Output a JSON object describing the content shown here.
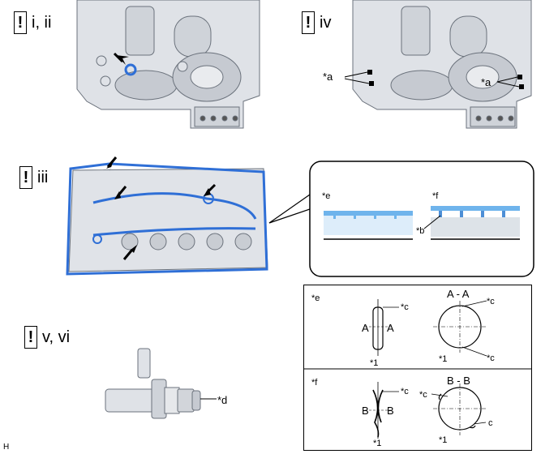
{
  "steps": {
    "s1": {
      "icon": "!",
      "label": "i, ii"
    },
    "s2": {
      "icon": "!",
      "label": "iv"
    },
    "s3": {
      "icon": "!",
      "label": "iii"
    },
    "s4": {
      "icon": "!",
      "label": "v, vi"
    }
  },
  "callouts": {
    "a_left": "*a",
    "a_right": "*a",
    "b": "*b",
    "d": "*d",
    "e_detail": "*e",
    "f_detail": "*f"
  },
  "section_e": {
    "tag": "*e",
    "side_left": "A",
    "side_right": "A",
    "c_top": "*c",
    "one_bottom": "*1",
    "section_title": "A - A",
    "c_circle_top": "*c",
    "c_circle_bottom": "*c",
    "one_circle": "*1"
  },
  "section_f": {
    "tag": "*f",
    "side_left": "B",
    "side_right": "B",
    "c_top": "*c",
    "one_bottom": "*1",
    "section_title": "B - B",
    "c_circle_left": "*c",
    "c_circle_right": "c",
    "one_circle": "*1"
  },
  "corner": "H",
  "colors": {
    "highlight": "#2f6fd6",
    "metal": "#d9dde3",
    "metal_dark": "#9aa1ab"
  }
}
